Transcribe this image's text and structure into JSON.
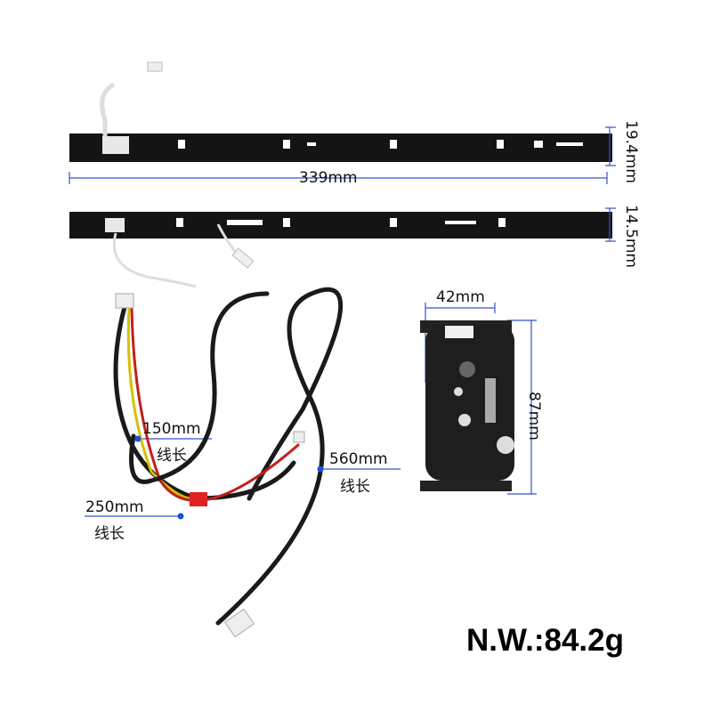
{
  "dimensions": {
    "strip_length": "339mm",
    "strip1_width": "19.4mm",
    "strip2_width": "14.5mm",
    "pcb_width": "42mm",
    "pcb_height": "87mm"
  },
  "cables": [
    {
      "length": "150mm",
      "caption": "线长"
    },
    {
      "length": "560mm",
      "caption": "线长"
    },
    {
      "length": "250mm",
      "caption": "线长"
    }
  ],
  "net_weight": "N.W.:84.2g",
  "colors": {
    "dimension_line": "#3355cc",
    "marker_dot": "#1a4fe0",
    "strip": "#111111"
  }
}
